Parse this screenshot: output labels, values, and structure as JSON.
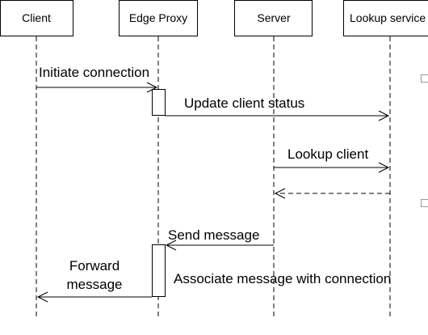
{
  "participants": [
    {
      "id": "client",
      "label": "Client"
    },
    {
      "id": "edge_proxy",
      "label": "Edge Proxy"
    },
    {
      "id": "server",
      "label": "Server"
    },
    {
      "id": "lookup_service",
      "label": "Lookup service"
    }
  ],
  "messages": [
    {
      "id": "initiate",
      "label": "Initiate connection",
      "from": "client",
      "to": "edge_proxy",
      "style": "solid"
    },
    {
      "id": "update",
      "label": "Update client status",
      "from": "edge_proxy",
      "to": "lookup_service",
      "style": "solid"
    },
    {
      "id": "lookup",
      "label": "Lookup client",
      "from": "server",
      "to": "lookup_service",
      "style": "solid"
    },
    {
      "id": "lookup_reply",
      "label": "",
      "from": "lookup_service",
      "to": "server",
      "style": "dashed"
    },
    {
      "id": "send",
      "label": "Send message",
      "from": "server",
      "to": "edge_proxy",
      "style": "solid"
    },
    {
      "id": "forward",
      "label_lines": [
        "Forward",
        "message"
      ],
      "from": "edge_proxy",
      "to": "client",
      "style": "solid"
    }
  ],
  "notes": [
    {
      "id": "associate",
      "label": "Associate message with connection"
    }
  ]
}
